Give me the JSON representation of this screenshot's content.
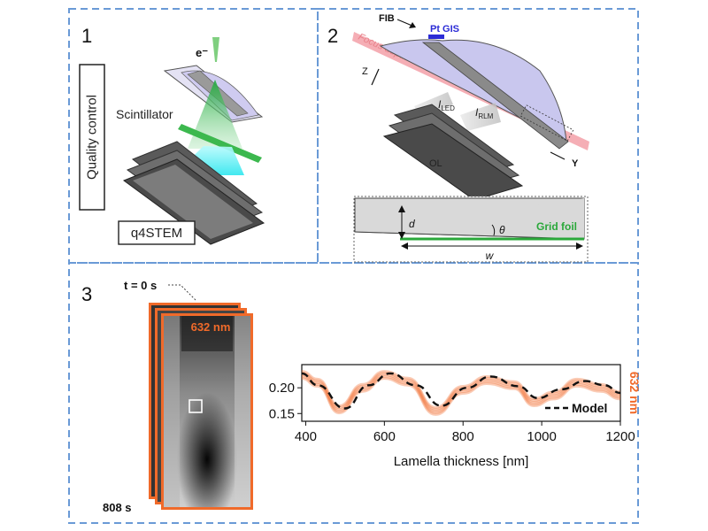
{
  "colors": {
    "panel_border": "#6a9ad6",
    "accent_orange": "#f06a2a",
    "grid_green": "#2aa83a",
    "pt_gis_blue": "#2b2bd6",
    "focus_pink": "#f3a0a8",
    "lamella_fill": "#c9c7ee",
    "led_cyan": "#66f0f4"
  },
  "panel1": {
    "number": "1",
    "quality_label": "Quality control",
    "electron_label": "e⁻",
    "scintillator_label": "Scintillator",
    "detector_label": "q4STEM"
  },
  "panel2": {
    "number": "2",
    "fib_label": "FIB",
    "pt_gis_label": "Pt GIS",
    "focus_label": "Focus depth",
    "z_label": "Z",
    "y_label": "Y",
    "i_led_main": "I",
    "i_led_sub": "LED",
    "i_rlm_main": "I",
    "i_rlm_sub": "RLM",
    "ol_label": "OL",
    "d_label": "d",
    "theta_label": "θ",
    "w_label": "w",
    "grid_foil_label": "Grid foil"
  },
  "panel3": {
    "number": "3",
    "t_start": "t = 0 s",
    "t_end": "808 s",
    "wavelength_label": "632 nm"
  },
  "chart_data": {
    "type": "line",
    "xlabel": "Lamella thickness [nm]",
    "ylabel": "",
    "right_label": "632 nm",
    "xlim": [
      390,
      1200
    ],
    "ylim": [
      0.135,
      0.245
    ],
    "xticks": [
      400,
      600,
      800,
      1000,
      1200
    ],
    "yticks": [
      0.15,
      0.2
    ],
    "ytick_labels": [
      "0.15",
      "0.20"
    ],
    "legend": [
      "Model"
    ],
    "legend_position": "bottom-right",
    "series": [
      {
        "name": "Model",
        "style": "dashed",
        "x": [
          390,
          430,
          500,
          560,
          615,
          680,
          745,
          810,
          870,
          940,
          990,
          1050,
          1110,
          1160,
          1200
        ],
        "y": [
          0.228,
          0.205,
          0.16,
          0.205,
          0.228,
          0.205,
          0.165,
          0.2,
          0.222,
          0.203,
          0.18,
          0.197,
          0.213,
          0.205,
          0.19
        ]
      },
      {
        "style": "measured-band",
        "x": [
          390,
          430,
          485,
          545,
          600,
          660,
          730,
          800,
          860,
          930,
          980,
          1030,
          1090,
          1150,
          1200
        ],
        "y": [
          0.225,
          0.21,
          0.158,
          0.2,
          0.225,
          0.212,
          0.155,
          0.196,
          0.215,
          0.205,
          0.172,
          0.185,
          0.21,
          0.2,
          0.185
        ]
      }
    ]
  }
}
